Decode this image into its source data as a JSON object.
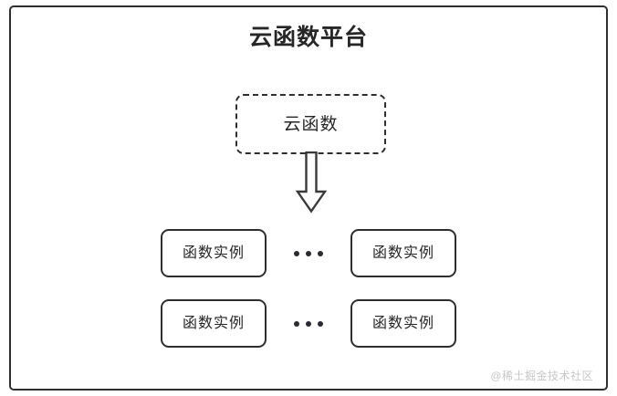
{
  "diagram": {
    "title": "云函数平台",
    "frame": {
      "border_color": "#2f2f2f",
      "background": "#ffffff"
    },
    "cloud_function_node": {
      "label": "云函数",
      "border_style": "dashed",
      "border_color": "#2f2f2f"
    },
    "arrow": {
      "name": "down-block-arrow",
      "direction": "down",
      "fill": "#ffffff",
      "stroke": "#3a3a3a"
    },
    "instance_rows": [
      {
        "left_box": {
          "label": "函数实例"
        },
        "separator": "…",
        "right_box": {
          "label": "函数实例"
        }
      },
      {
        "left_box": {
          "label": "函数实例"
        },
        "separator": "…",
        "right_box": {
          "label": "函数实例"
        }
      }
    ],
    "watermark": "@稀土掘金技术社区"
  }
}
